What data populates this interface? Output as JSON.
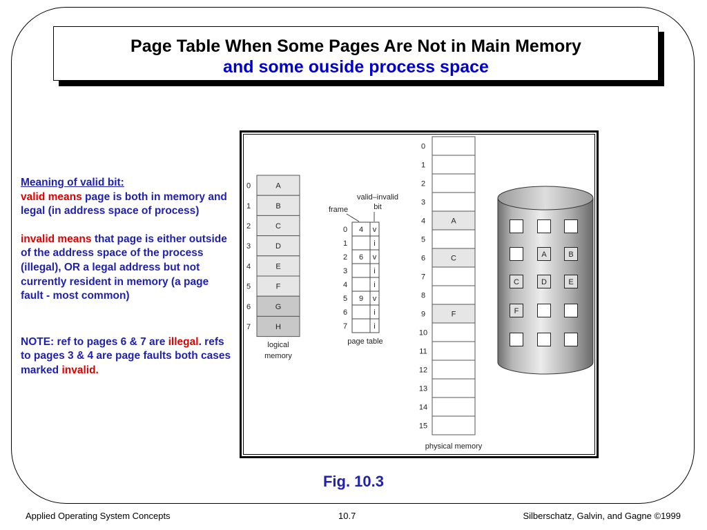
{
  "title": {
    "line1": "Page Table When Some Pages Are Not in Main Memory",
    "line2": "and some ouside process space"
  },
  "notes": {
    "heading": "Meaning of valid bit:",
    "valid_term": "valid means",
    "valid_text": " page is both in memory and legal (in address space of process)",
    "invalid_term": "invalid means",
    "invalid_text": " that page is either outside of the address space of the process (illegal), OR  a legal address but not currently resident in memory (a page fault -  most common)",
    "note_pre": "NOTE: ref to pages 6 & 7 are ",
    "note_illegal": "illegal",
    "note_post": ". refs to pages 3 & 4 are page faults both cases marked ",
    "note_invalid": "invalid."
  },
  "diagram": {
    "logical_memory": {
      "label_line1": "logical",
      "label_line2": "memory",
      "indices": [
        "0",
        "1",
        "2",
        "3",
        "4",
        "5",
        "6",
        "7"
      ],
      "pages": [
        "A",
        "B",
        "C",
        "D",
        "E",
        "F",
        "G",
        "H"
      ]
    },
    "page_table": {
      "label": "page table",
      "frame_label": "frame",
      "valid_label_line1": "valid–invalid",
      "valid_label_line2": "bit",
      "indices": [
        "0",
        "1",
        "2",
        "3",
        "4",
        "5",
        "6",
        "7"
      ],
      "frames": [
        "4",
        "",
        "6",
        "",
        "",
        "9",
        "",
        ""
      ],
      "bits": [
        "v",
        "i",
        "v",
        "i",
        "i",
        "v",
        "i",
        "i"
      ]
    },
    "physical_memory": {
      "label": "physical memory",
      "indices": [
        "0",
        "1",
        "2",
        "3",
        "4",
        "5",
        "6",
        "7",
        "8",
        "9",
        "10",
        "11",
        "12",
        "13",
        "14",
        "15"
      ],
      "contents": [
        "",
        "",
        "",
        "",
        "A",
        "",
        "C",
        "",
        "",
        "F",
        "",
        "",
        "",
        "",
        "",
        ""
      ]
    },
    "disk": {
      "rows": [
        [
          "",
          "",
          ""
        ],
        [
          "",
          "A",
          "B"
        ],
        [
          "C",
          "D",
          "E"
        ],
        [
          "F",
          "",
          ""
        ],
        [
          "",
          "",
          ""
        ]
      ]
    }
  },
  "figure_caption": "Fig. 10.3",
  "footer": {
    "left": "Applied Operating System Concepts",
    "center": "10.7",
    "right": "Silberschatz, Galvin, and Gagne ©1999"
  }
}
